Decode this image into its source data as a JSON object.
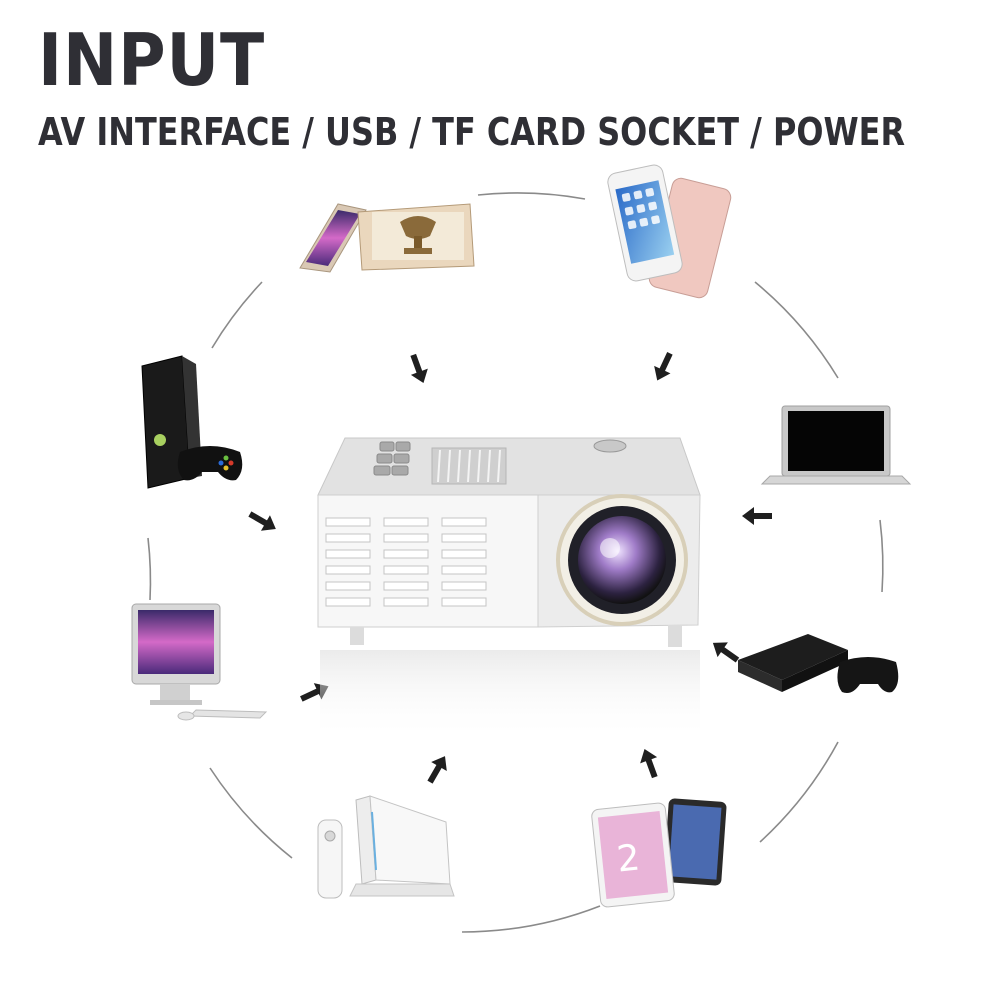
{
  "heading": "INPUT",
  "subheading": "AV INTERFACE / USB / TF CARD SOCKET / POWER",
  "colors": {
    "text": "#2f2f35",
    "arc": "#8a8a8a",
    "arrow": "#1f1f1f",
    "projector": "#eeeeee"
  },
  "devices": [
    {
      "icon": "digital-photo-frame-icon"
    },
    {
      "icon": "smartphone-icon"
    },
    {
      "icon": "game-console-icon"
    },
    {
      "icon": "laptop-icon"
    },
    {
      "icon": "desktop-computer-icon"
    },
    {
      "icon": "playstation-console-icon"
    },
    {
      "icon": "wii-console-icon"
    },
    {
      "icon": "tablet-icon"
    }
  ],
  "center": {
    "icon": "projector-icon"
  },
  "tablet_screen_digit": "2"
}
